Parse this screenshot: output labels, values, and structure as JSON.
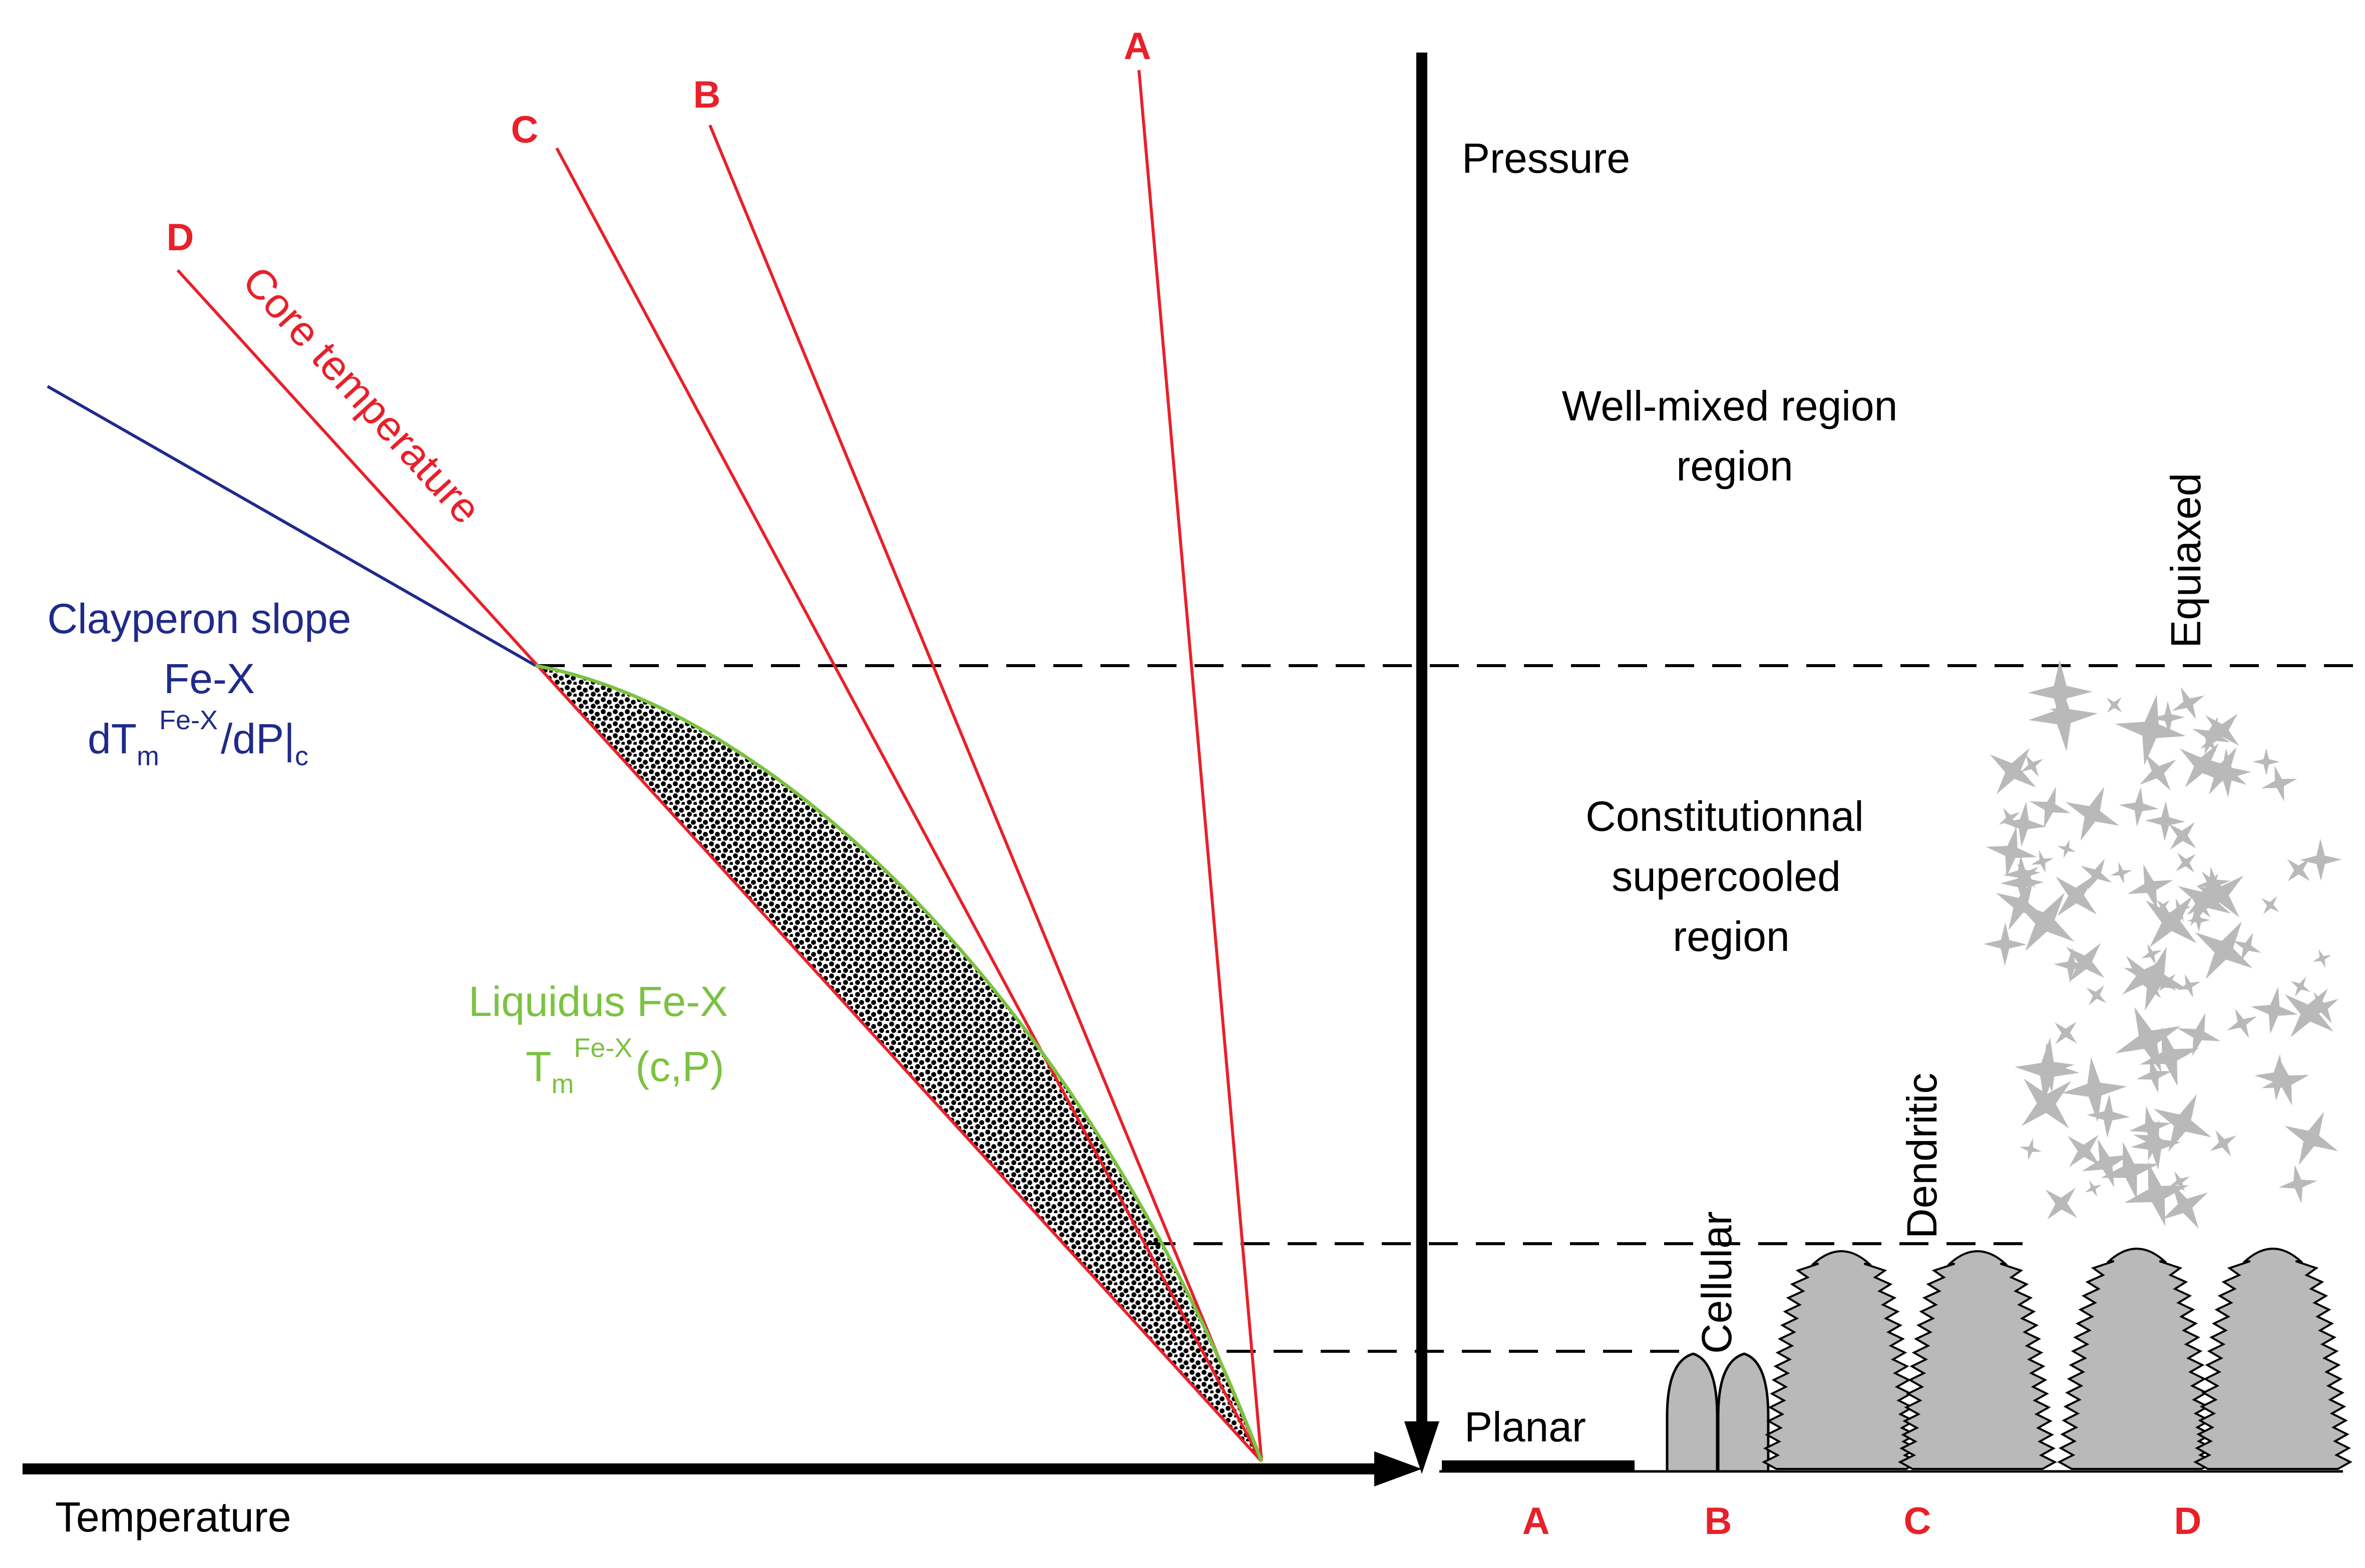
{
  "axes": {
    "temperature_label": "Temperature",
    "pressure_label": "Pressure"
  },
  "core_lines": {
    "label_a": "A",
    "label_b": "B",
    "label_c": "C",
    "label_d": "D",
    "core_temperature_label": "Core temperature"
  },
  "clapeyron": {
    "line1": "Clayperon slope",
    "line2": "Fe-X",
    "line3_main": "dT",
    "line3_sub": "m",
    "line3_sup": "Fe-X",
    "line3_tail": "/dP|",
    "line3_sub2": "c"
  },
  "liquidus": {
    "line1": "Liquidus Fe-X",
    "line2_main": "T",
    "line2_sub": "m",
    "line2_sup": "Fe-X",
    "line2_tail": "(c,P)"
  },
  "regions": {
    "well_mixed_line1": "Well-mixed region",
    "well_mixed_line2": "region",
    "supercooled_line1": "Constitutionnal",
    "supercooled_line2": "supercooled",
    "supercooled_line3": "region"
  },
  "morphologies": {
    "planar": "Planar",
    "cellular": "Cellular",
    "dendritic": "Dendritic",
    "equiaxed": "Equiaxed"
  },
  "columns": {
    "a": "A",
    "b": "B",
    "c": "C",
    "d": "D"
  },
  "colors": {
    "red": "#e8202a",
    "blue": "#1f2a8a",
    "green": "#7cc242",
    "gray": "#b9b9b9",
    "black": "#000000"
  }
}
